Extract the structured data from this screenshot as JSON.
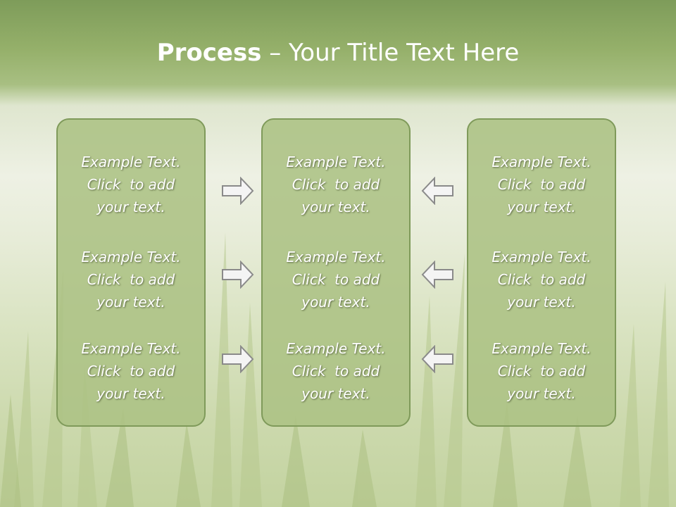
{
  "slide": {
    "title_bold": "Process",
    "title_rest": " – Your Title Text Here"
  },
  "columns": [
    {
      "items": [
        {
          "line1": "Example Text.",
          "line2": "Click  to add",
          "line3": "your text."
        },
        {
          "line1": "Example Text.",
          "line2": "Click  to add",
          "line3": "your text."
        },
        {
          "line1": "Example Text.",
          "line2": "Click  to add",
          "line3": "your text."
        }
      ]
    },
    {
      "items": [
        {
          "line1": "Example Text.",
          "line2": "Click  to add",
          "line3": "your text."
        },
        {
          "line1": "Example Text.",
          "line2": "Click  to add",
          "line3": "your text."
        },
        {
          "line1": "Example Text.",
          "line2": "Click  to add",
          "line3": "your text."
        }
      ]
    },
    {
      "items": [
        {
          "line1": "Example Text.",
          "line2": "Click  to add",
          "line3": "your text."
        },
        {
          "line1": "Example Text.",
          "line2": "Click  to add",
          "line3": "your text."
        },
        {
          "line1": "Example Text.",
          "line2": "Click  to add",
          "line3": "your text."
        }
      ]
    }
  ],
  "icons": {
    "left_arrows": "arrow-right-icon",
    "right_arrows": "arrow-left-icon"
  },
  "colors": {
    "box_fill": "#acc284",
    "box_border": "#7f9a5a",
    "arrow_fill": "#f4f4f4",
    "arrow_stroke": "#8a8a8a"
  }
}
